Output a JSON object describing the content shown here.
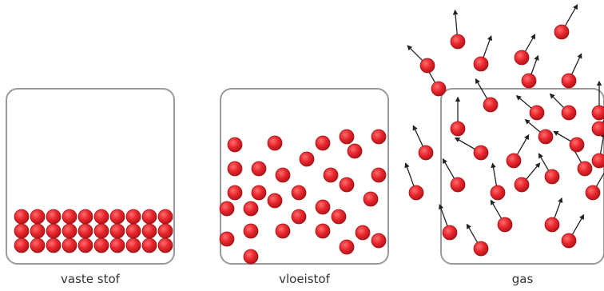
{
  "colors": {
    "particle": "#e8262c",
    "particle_edge": "#9b1418",
    "container_border": "#9a9a9a",
    "arrow": "#222222"
  },
  "panels": [
    {
      "id": "solid",
      "label": "vaste stof",
      "state": "solid"
    },
    {
      "id": "liquid",
      "label": "vloeistof",
      "state": "liquid"
    },
    {
      "id": "gas",
      "label": "gas",
      "state": "gas"
    }
  ]
}
